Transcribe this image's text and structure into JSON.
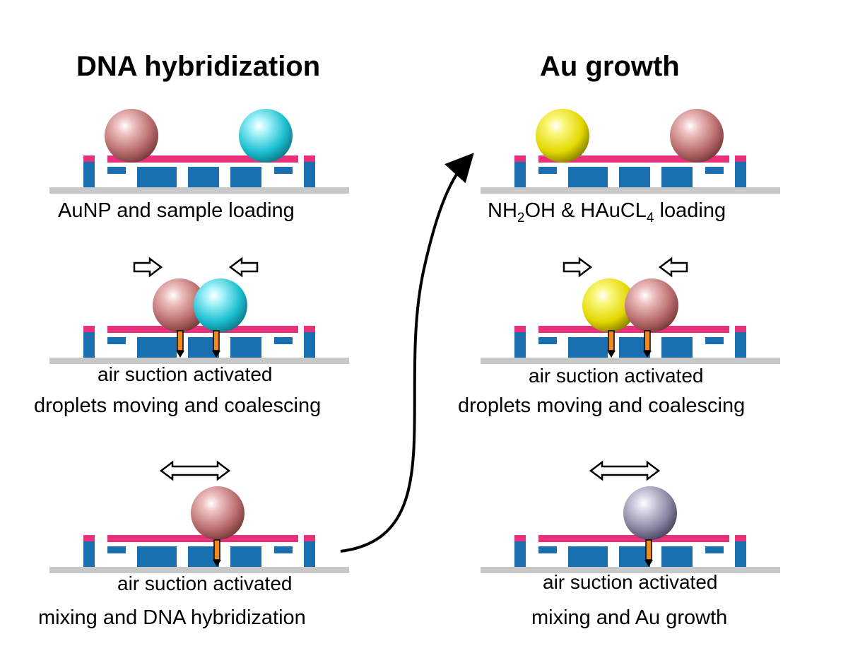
{
  "left_column": {
    "title": "DNA hybridization",
    "step1_caption": "AuNP and sample loading",
    "step2_caption_line1": "air suction activated",
    "step2_caption_line2": "droplets moving and coalescing",
    "step3_caption_line1": "air suction activated",
    "step3_caption_line2": "mixing and DNA hybridization"
  },
  "right_column": {
    "title": "Au growth",
    "step1_caption_parts": [
      "NH",
      "2",
      "OH & HAuCL",
      "4",
      " loading"
    ],
    "step2_caption_line1": "air suction activated",
    "step2_caption_line2": "droplets moving and coalescing",
    "step3_caption_line1": "air suction activated",
    "step3_caption_line2": "mixing and Au growth"
  },
  "colors": {
    "electrode_blue": "#1a6fb0",
    "membrane_pink": "#e8317a",
    "substrate_gray": "#c8c8c8",
    "droplet_aunp": "#c9797a",
    "droplet_sample": "#29c9d9",
    "droplet_gold": "#e8e000",
    "droplet_mixed": "#8f88a6",
    "suction_orange": "#f08a1e"
  }
}
